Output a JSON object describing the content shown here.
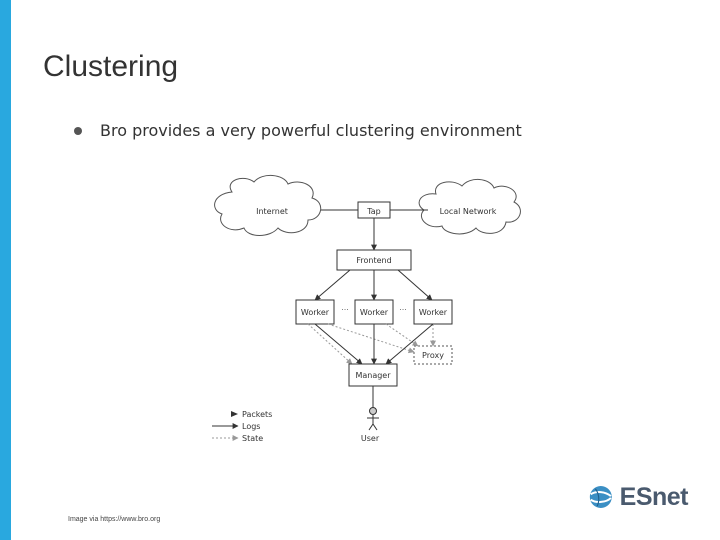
{
  "slide": {
    "title": "Clustering",
    "bullet": "Bro provides a very powerful clustering environment",
    "caption": "Image via https://www.bro.org"
  },
  "diagram": {
    "nodes": {
      "internet": "Internet",
      "tap": "Tap",
      "local_network": "Local Network",
      "frontend": "Frontend",
      "worker_1": "Worker",
      "worker_2": "Worker",
      "worker_3": "Worker",
      "ellipsis_1": "...",
      "ellipsis_2": "...",
      "proxy": "Proxy",
      "manager": "Manager",
      "user": "User"
    },
    "legend": {
      "packets": "Packets",
      "logs": "Logs",
      "state": "State"
    }
  },
  "logo": {
    "text": "ESnet"
  },
  "colors": {
    "accent_bar": "#29a8df",
    "logo_text": "#4a5a6e",
    "logo_globe": "#3b8fc4"
  }
}
